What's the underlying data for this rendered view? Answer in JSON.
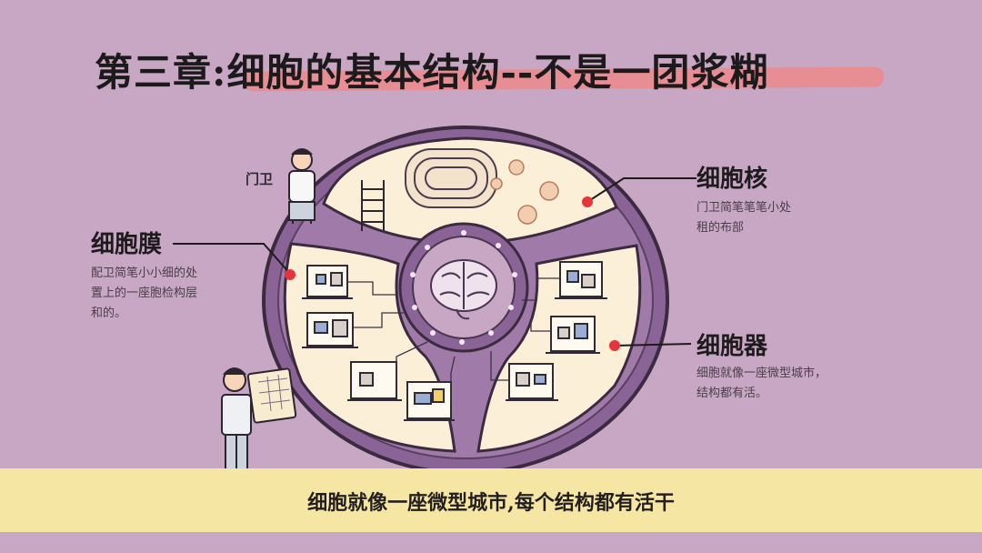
{
  "title": "第三章:细胞的基本结构--不是一团浆糊",
  "labels": {
    "membrane": {
      "heading": "细胞膜",
      "lines": [
        "配卫简笔小小细的处",
        "置上的一座胞检构层",
        "和的。"
      ]
    },
    "nucleus": {
      "heading": "细胞核",
      "lines": [
        "门卫简笔笔笔小处",
        "租的布部"
      ]
    },
    "organelle": {
      "heading": "细胞器",
      "lines": [
        "细胞就像一座微型城市，",
        "结构都有活。"
      ]
    }
  },
  "gatekeeper_sign": "门卫",
  "bottom_caption": "细胞就像一座微型城市,每个结构都有活干",
  "colors": {
    "background": "#c7a7c4",
    "membrane": "#8a6496",
    "cytoplasm": "#fbefd8",
    "highlight": "#ea8b8f",
    "bottom_bar": "#f6e6a4",
    "pointer_dot": "#e7343a"
  },
  "icons": [
    "gatekeeper-figure-icon",
    "planner-figure-icon",
    "brain-icon",
    "ladder-icon",
    "mitochondria-icon",
    "building-icon"
  ]
}
